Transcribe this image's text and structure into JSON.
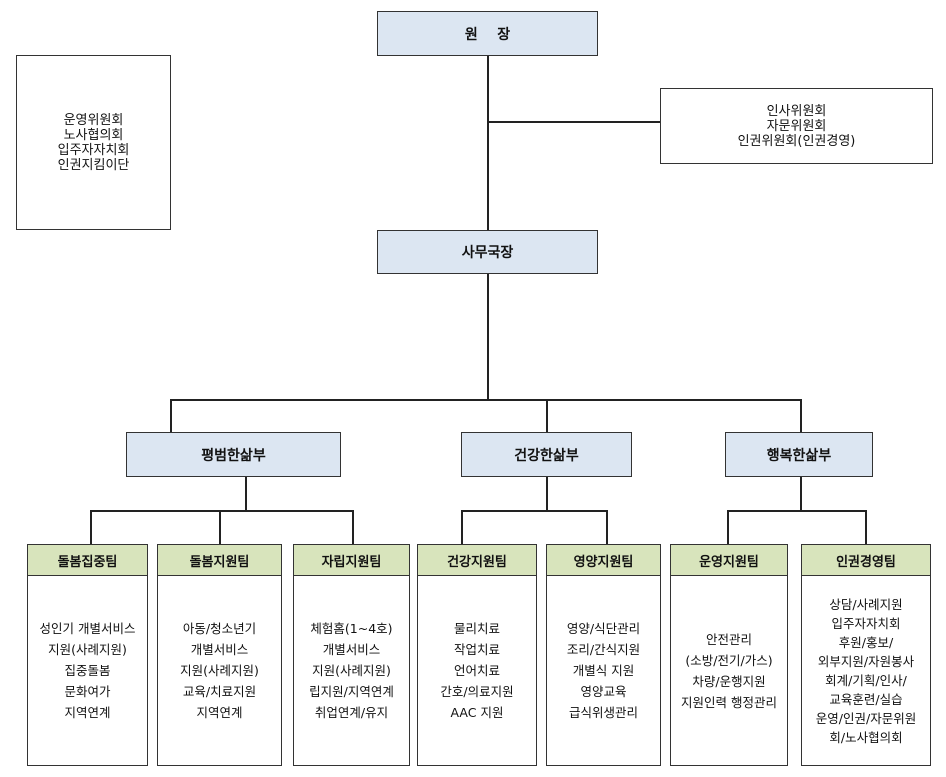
{
  "director": "원    장",
  "left_committees": [
    "운영위원회",
    "노사협의회",
    "입주자자치회",
    "인권지킴이단"
  ],
  "right_committees": [
    "인사위원회",
    "자문위원회",
    "인권위원회(인권경영)"
  ],
  "secretary_general": "사무국장",
  "departments": [
    "평범한삶부",
    "건강한삶부",
    "행복한삶부"
  ],
  "teams": [
    {
      "name": "돌봄집중팀",
      "duties": [
        "성인기 개별서비스",
        "지원(사례지원)",
        "집중돌봄",
        "문화여가",
        "지역연계"
      ]
    },
    {
      "name": "돌봄지원팀",
      "duties": [
        "아동/청소년기",
        "개별서비스",
        "지원(사례지원)",
        "교육/치료지원",
        "지역연계"
      ]
    },
    {
      "name": "자립지원팀",
      "duties": [
        "체험홈(1~4호)",
        "개별서비스",
        "지원(사례지원)",
        "립지원/지역연계",
        "취업연계/유지"
      ]
    },
    {
      "name": "건강지원팀",
      "duties": [
        "물리치료",
        "작업치료",
        "언어치료",
        "간호/의료지원",
        "AAC 지원"
      ]
    },
    {
      "name": "영양지원팀",
      "duties": [
        "영양/식단관리",
        "조리/간식지원",
        "개별식 지원",
        "영양교육",
        "급식위생관리"
      ]
    },
    {
      "name": "운영지원팀",
      "duties": [
        "안전관리",
        "(소방/전기/가스)",
        "차량/운행지원",
        "지원인력 행정관리"
      ]
    },
    {
      "name": "인권경영팀",
      "duties": [
        "상담/사례지원",
        "입주자자치회",
        "후원/홍보/",
        "외부지원/자원봉사",
        "회계/기획/인사/",
        "교육훈련/실습",
        "운영/인권/자문위원",
        "회/노사협의회"
      ]
    }
  ]
}
